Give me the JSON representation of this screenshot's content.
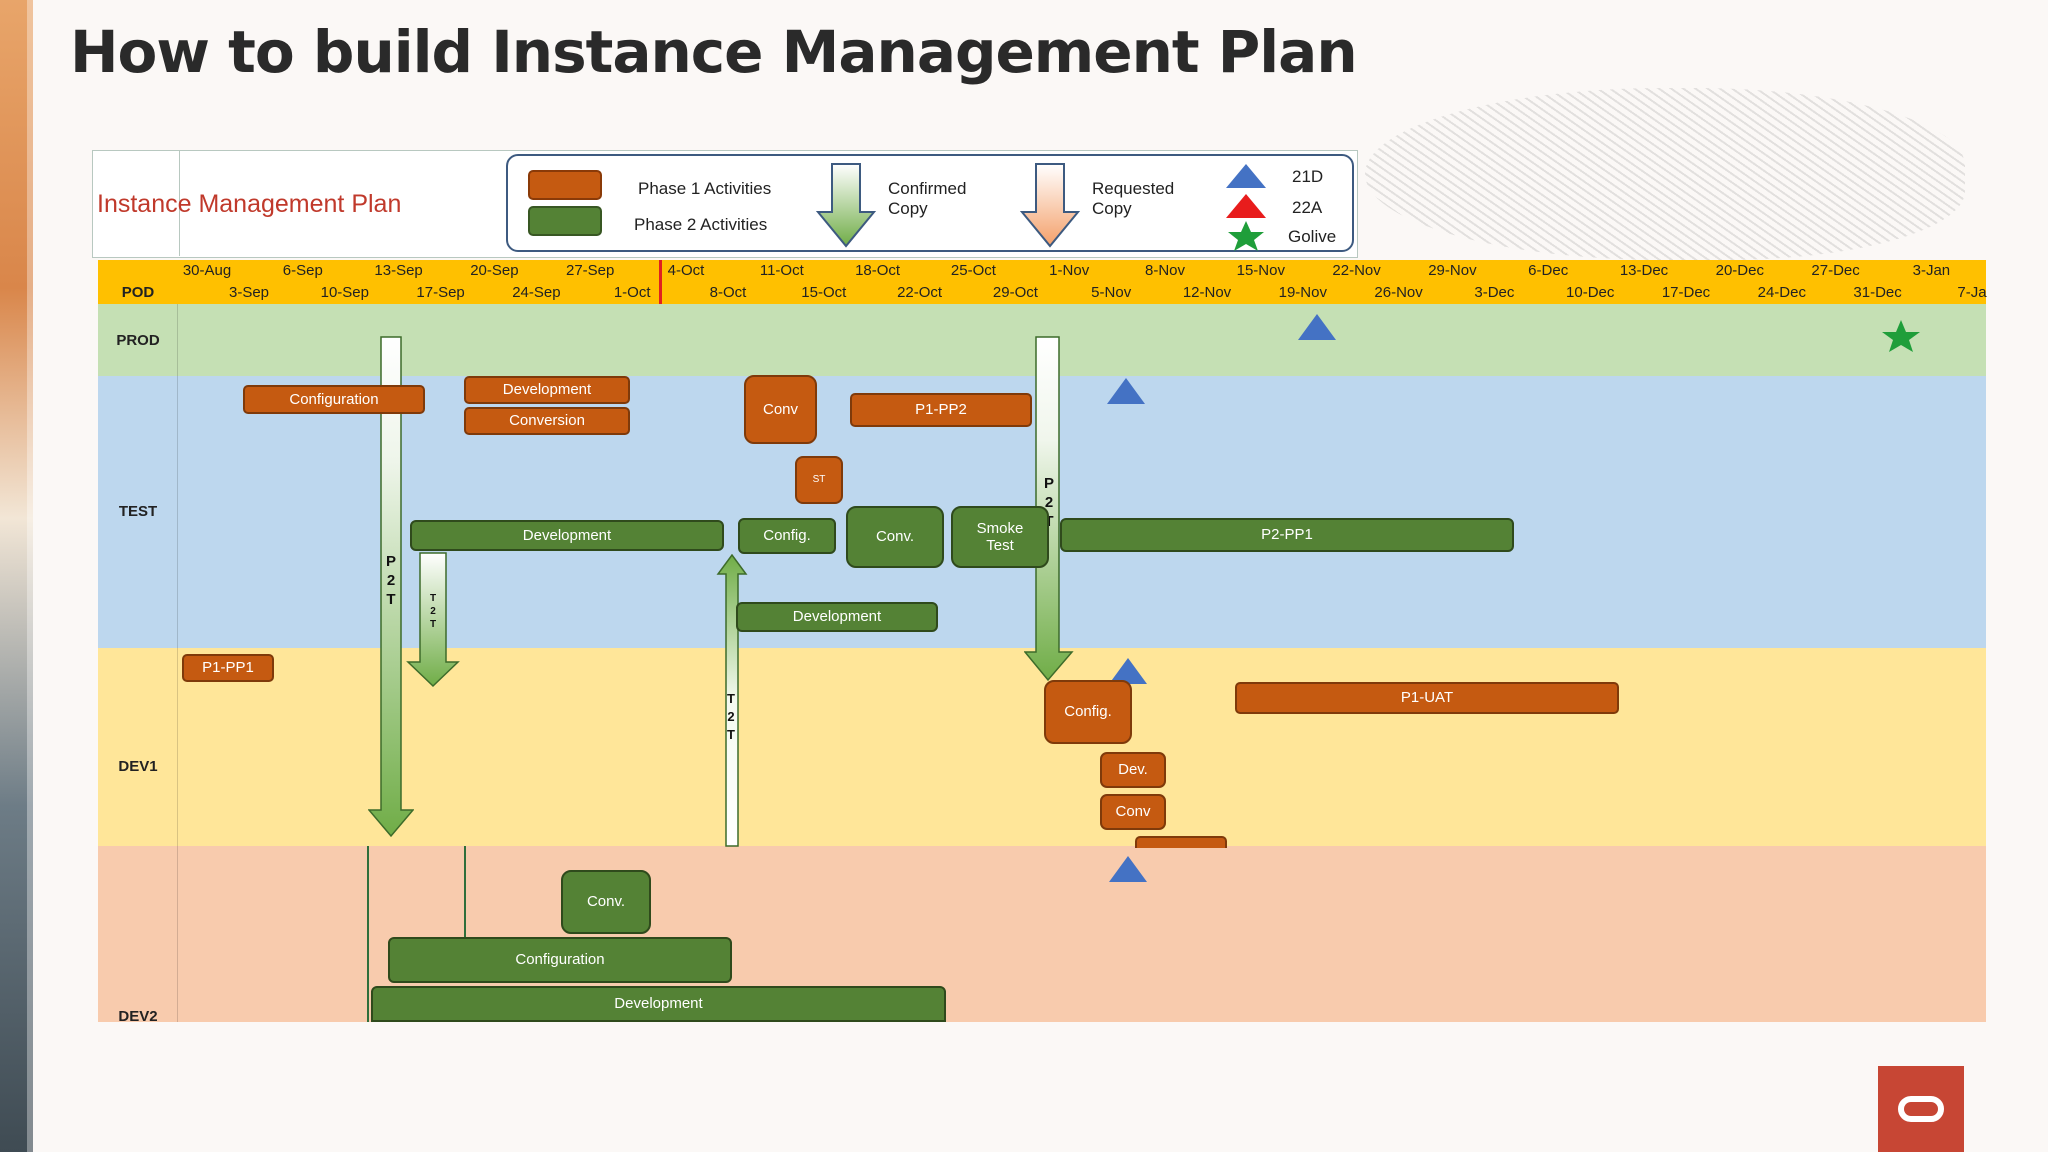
{
  "page": {
    "title": "How to build Instance Management Plan"
  },
  "plan": {
    "title": "Instance Management Plan",
    "pod_label": "POD",
    "lanes": [
      "PROD",
      "TEST",
      "DEV1",
      "DEV2"
    ]
  },
  "legend": {
    "phase1": "Phase 1 Activities",
    "phase2": "Phase 2 Activities",
    "confirmed_l1": "Confirmed",
    "confirmed_l2": "Copy",
    "requested_l1": "Requested",
    "requested_l2": "Copy",
    "m21d": "21D",
    "m22a": "22A",
    "golive": "Golive"
  },
  "dates_top": [
    "30-Aug",
    "6-Sep",
    "13-Sep",
    "20-Sep",
    "27-Sep",
    "4-Oct",
    "11-Oct",
    "18-Oct",
    "25-Oct",
    "1-Nov",
    "8-Nov",
    "15-Nov",
    "22-Nov",
    "29-Nov",
    "6-Dec",
    "13-Dec",
    "20-Dec",
    "27-Dec",
    "3-Jan"
  ],
  "dates_bottom": [
    "3-Sep",
    "10-Sep",
    "17-Sep",
    "24-Sep",
    "1-Oct",
    "8-Oct",
    "15-Oct",
    "22-Oct",
    "29-Oct",
    "5-Nov",
    "12-Nov",
    "19-Nov",
    "26-Nov",
    "3-Dec",
    "10-Dec",
    "17-Dec",
    "24-Dec",
    "31-Dec",
    "7-Ja"
  ],
  "bars": {
    "configuration_test": "Configuration",
    "development_p1": "Development",
    "conversion_p1": "Conversion",
    "conv_test": "Conv",
    "p1pp2": "P1-PP2",
    "st": "ST",
    "development_test_g": "Development",
    "config_test_g": "Config.",
    "conv_test_g": "Conv.",
    "smoke_l1": "Smoke",
    "smoke_l2": "Test",
    "p2pp1": "P2-PP1",
    "development_test_g2": "Development",
    "p1pp1": "P1-PP1",
    "config_dev1": "Config.",
    "p1uat": "P1-UAT",
    "dev_dev1": "Dev.",
    "conv_dev1": "Conv",
    "conv_dev2": "Conv.",
    "configuration_dev2": "Configuration",
    "development_dev2": "Development"
  },
  "arrow_labels": {
    "p2t": [
      "P",
      "2",
      "T"
    ],
    "t2t": [
      "T",
      "2",
      "T"
    ]
  },
  "colors": {
    "phase1": "#c55a11",
    "phase2": "#548235",
    "prod_lane": "#c5e0b4",
    "test_lane": "#bdd7ee",
    "dev1_lane": "#ffe699",
    "dev2_lane": "#f8cbad",
    "date_bar": "#ffc000",
    "brand": "#c74634"
  }
}
